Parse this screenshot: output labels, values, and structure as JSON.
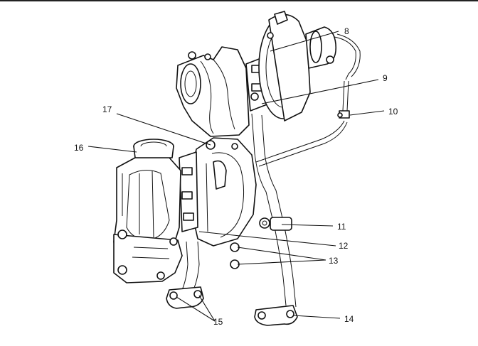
{
  "callouts": [
    {
      "id": "c8",
      "label": "8"
    },
    {
      "id": "c9",
      "label": "9"
    },
    {
      "id": "c10",
      "label": "10"
    },
    {
      "id": "c11",
      "label": "11"
    },
    {
      "id": "c12",
      "label": "12"
    },
    {
      "id": "c13",
      "label": "13"
    },
    {
      "id": "c14",
      "label": "14"
    },
    {
      "id": "c15",
      "label": "15"
    },
    {
      "id": "c16",
      "label": "16"
    },
    {
      "id": "c17",
      "label": "17"
    }
  ]
}
